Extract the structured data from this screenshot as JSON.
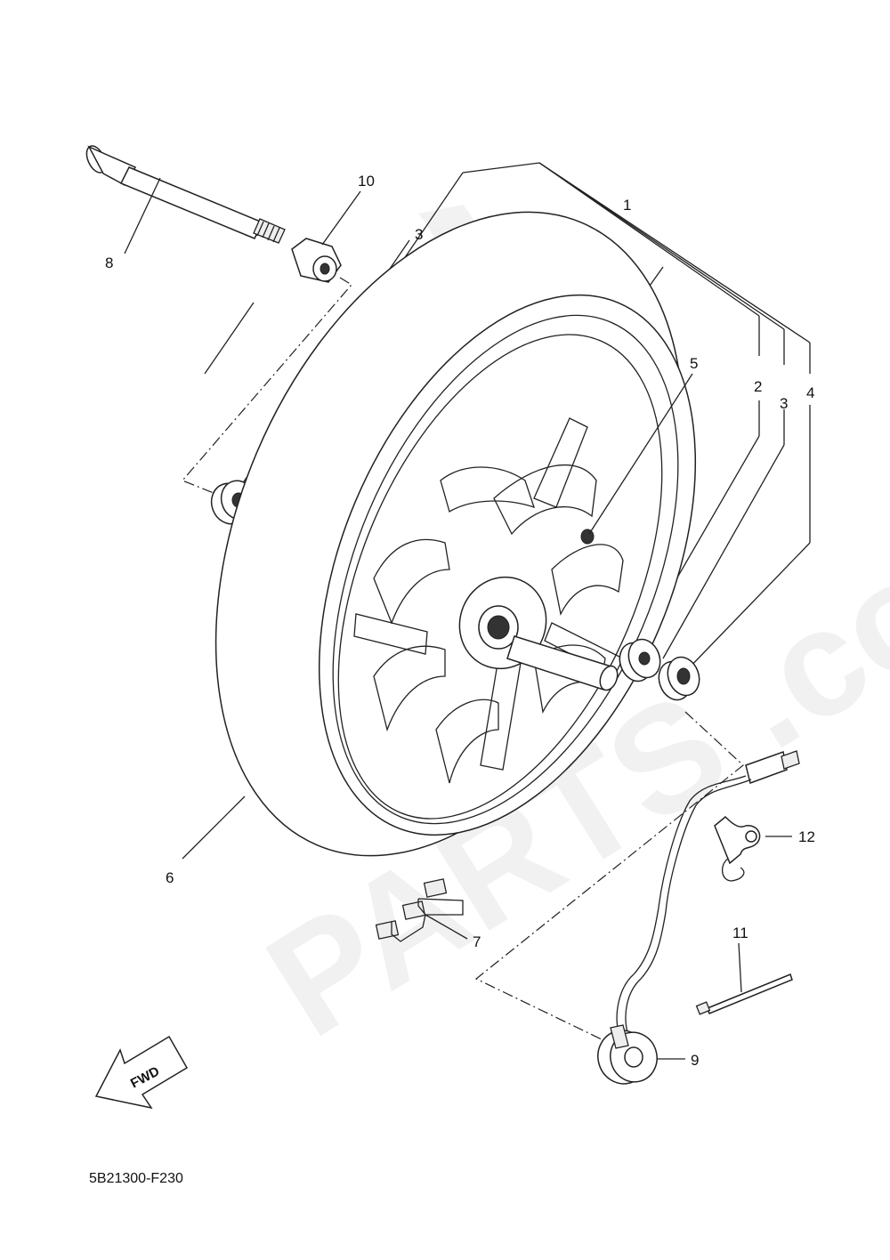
{
  "diagram": {
    "code": "5B21300-F230",
    "fwd_label": "FWD",
    "watermark": "PARTS .com",
    "callouts": {
      "c1": "1",
      "c2": "2",
      "c3a": "3",
      "c3b": "3",
      "c4": "4",
      "c5": "5",
      "c6": "6",
      "c7": "7",
      "c8": "8",
      "c9": "9",
      "c10": "10",
      "c11": "11",
      "c12": "12"
    }
  }
}
